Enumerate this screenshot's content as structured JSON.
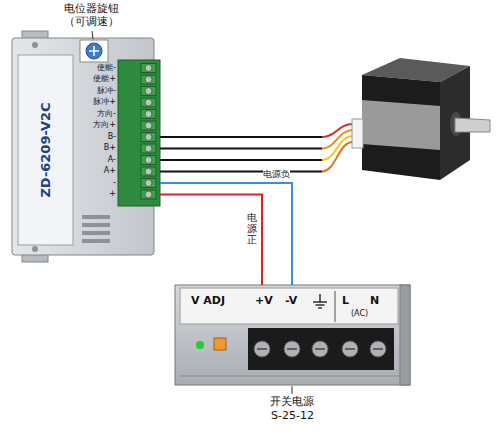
{
  "diagram": {
    "nodes": [
      {
        "text": [
          "ZD-6209-V2C"
        ]
      },
      {
        "text": [
          "V ADJ",
          "+V",
          "-V",
          "L",
          "N",
          "(AC)",
          "开关电源",
          "S-25-12"
        ]
      }
    ],
    "edges": [
      {
        "from": 0,
        "to": 1,
        "label": "电源正",
        "arrow": "none"
      },
      {
        "from": 0,
        "to": 1,
        "label": "电源负",
        "arrow": "none"
      }
    ],
    "labels": [
      "电位器旋钮 （可调速）",
      "使能-",
      "使能+",
      "脉冲-",
      "脉冲+",
      "方向-",
      "方向+",
      "B-",
      "B+",
      "A-",
      "A+",
      "-",
      "+"
    ]
  }
}
